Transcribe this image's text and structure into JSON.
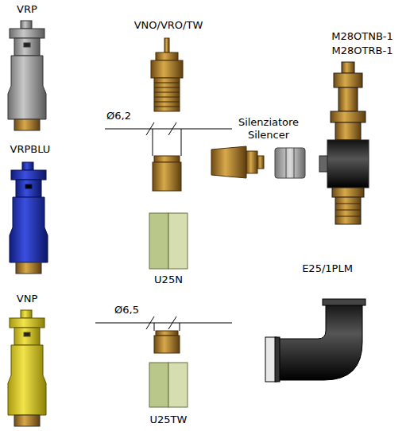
{
  "diagram": {
    "labels": [
      "VRP",
      "VNO/VRO/TW",
      "M28OTNB-1",
      "M28OTRB-1",
      "Ø6,2",
      "Silenziatore",
      "Silencer",
      "VRPBLU",
      "U25N",
      "E25/1PLM",
      "VNP",
      "Ø6,5",
      "U25TW"
    ]
  }
}
